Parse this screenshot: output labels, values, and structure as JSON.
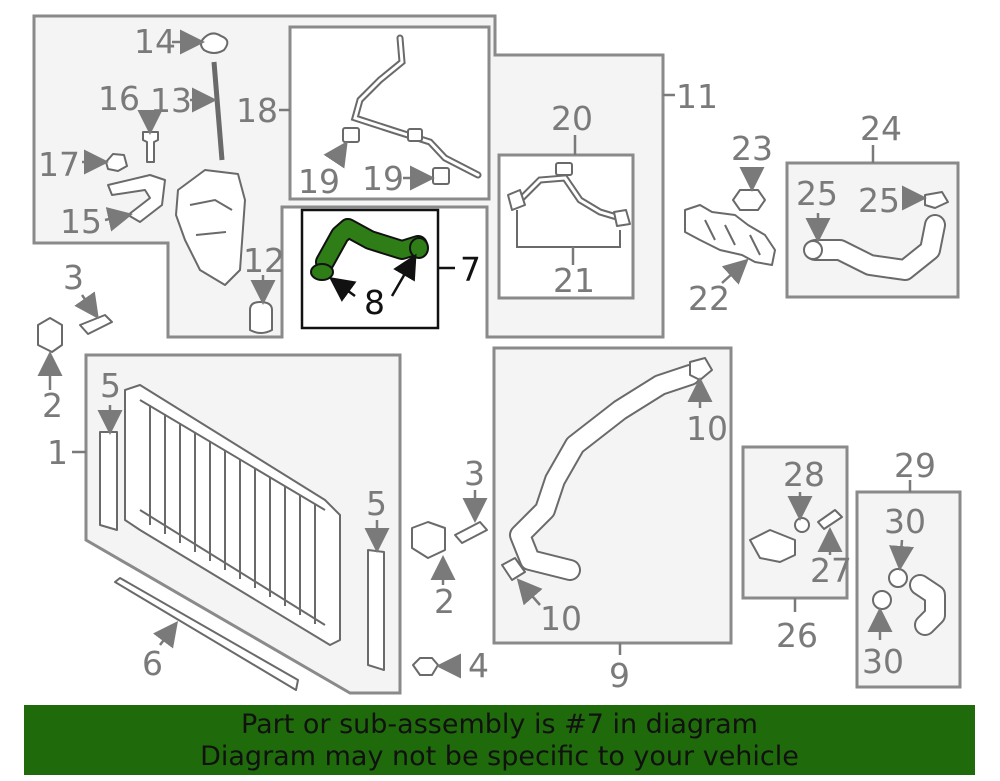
{
  "callouts": {
    "c1": "1",
    "c2a": "2",
    "c2b": "2",
    "c3a": "3",
    "c3b": "3",
    "c4": "4",
    "c5a": "5",
    "c5b": "5",
    "c6": "6",
    "c7": "7",
    "c8": "8",
    "c9": "9",
    "c10a": "10",
    "c10b": "10",
    "c11": "11",
    "c12": "12",
    "c13": "13",
    "c14": "14",
    "c15": "15",
    "c16": "16",
    "c17": "17",
    "c18": "18",
    "c19a": "19",
    "c19b": "19",
    "c20": "20",
    "c21": "21",
    "c22": "22",
    "c23": "23",
    "c24": "24",
    "c25a": "25",
    "c25b": "25",
    "c26": "26",
    "c27": "27",
    "c28": "28",
    "c29": "29",
    "c30a": "30",
    "c30b": "30"
  },
  "highlight_color": "#2e7d16",
  "banner": {
    "line1": "Part or sub-assembly is #7 in diagram",
    "line2": "Diagram may not be specific to your vehicle",
    "background": "#1f6b0b"
  }
}
